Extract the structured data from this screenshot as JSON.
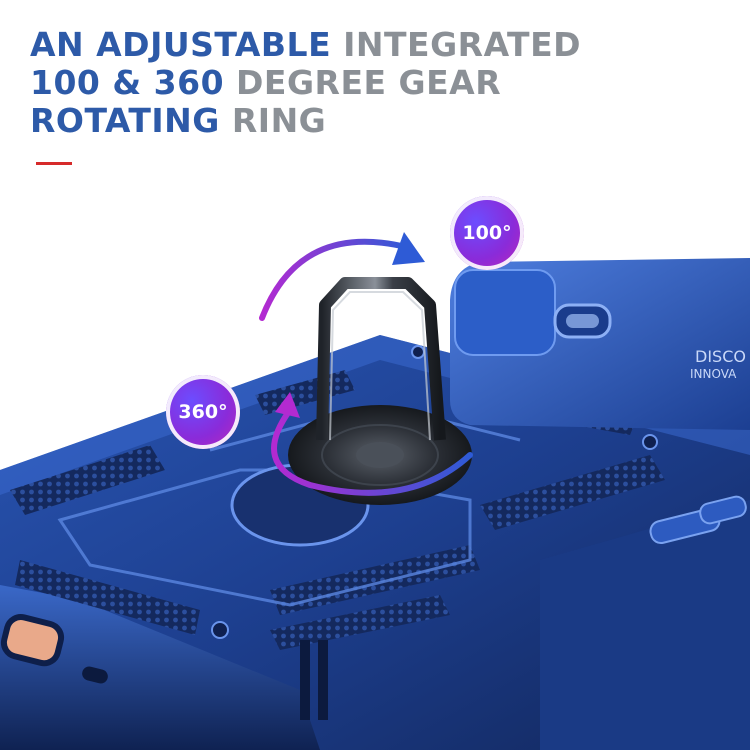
{
  "headline": {
    "line1_blue": "AN ADJUSTABLE",
    "line1_grey": " INTEGRATED",
    "line2_blue": "100 & 360",
    "line2_grey": " DEGREE GEAR",
    "line3_blue": "ROTATING",
    "line3_grey": " RING"
  },
  "badges": {
    "top": "100°",
    "left": "360°"
  },
  "case_print": {
    "line1": "DISCO",
    "line2": "INNOVA"
  },
  "colors": {
    "headline_blue": "#2d5aa8",
    "headline_grey": "#8b9096",
    "accent_red": "#d62a2a",
    "case_navy": "#1d3f8f",
    "ring_metal": "#2b2f36",
    "badge_gradient_start": "#6c4dff",
    "badge_gradient_end": "#c027b8"
  }
}
